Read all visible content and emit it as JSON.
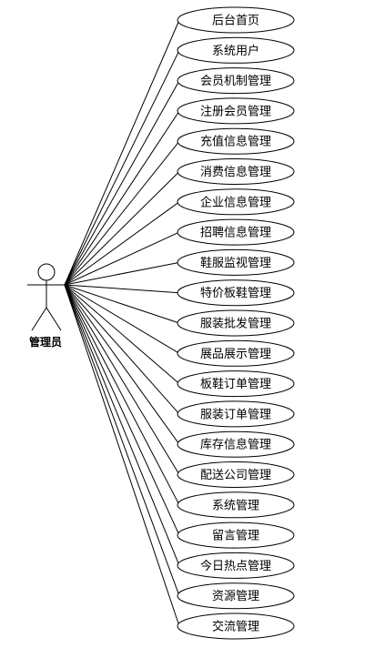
{
  "actor": {
    "label": "管理员",
    "icon": "stick-figure-actor-icon"
  },
  "use_cases": [
    "后台首页",
    "系统用户",
    "会员机制管理",
    "注册会员管理",
    "充值信息管理",
    "消费信息管理",
    "企业信息管理",
    "招聘信息管理",
    "鞋服监视管理",
    "特价板鞋管理",
    "服装批发管理",
    "展品展示管理",
    "板鞋订单管理",
    "服装订单管理",
    "库存信息管理",
    "配送公司管理",
    "系统管理",
    "留言管理",
    "今日热点管理",
    "资源管理",
    "交流管理"
  ]
}
